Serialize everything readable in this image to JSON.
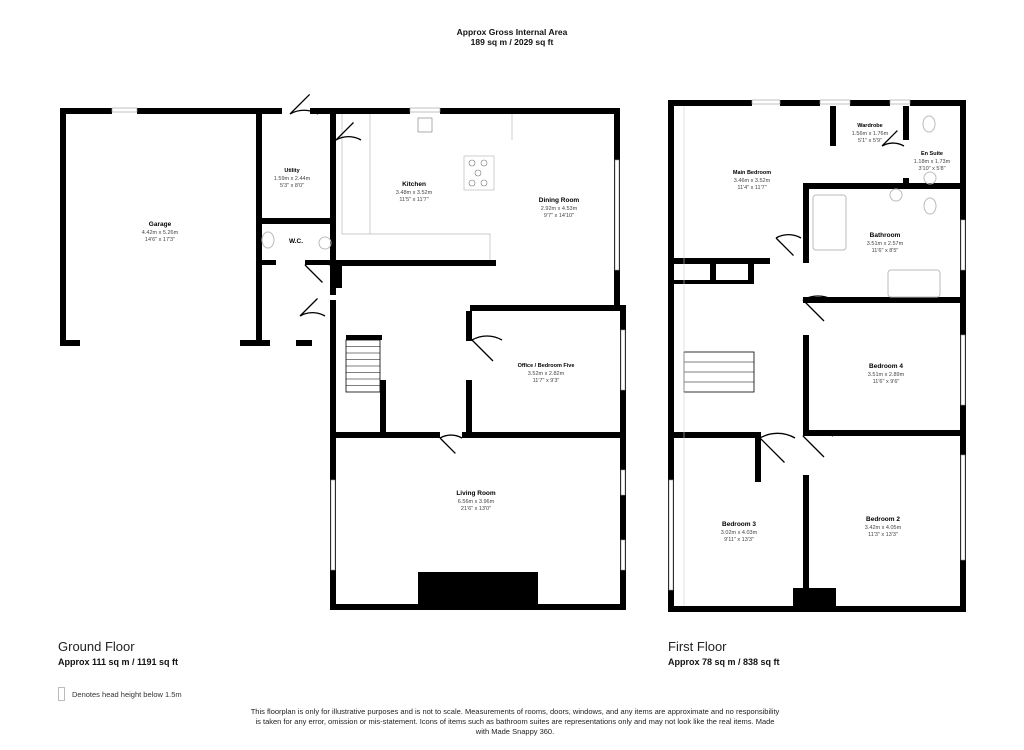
{
  "header": {
    "title": "Approx Gross Internal Area",
    "area": "189 sq m / 2029 sq ft"
  },
  "ground_floor": {
    "title": "Ground Floor",
    "area": "Approx 111 sq m / 1191 sq ft",
    "rooms": [
      {
        "name": "Garage",
        "metric": "4.42m x 5.26m",
        "imperial": "14'6\" x 17'3\""
      },
      {
        "name": "Utility",
        "metric": "1.59m x 2.44m",
        "imperial": "5'3\" x 8'0\""
      },
      {
        "name": "W.C.",
        "metric": "",
        "imperial": ""
      },
      {
        "name": "Kitchen",
        "metric": "3.48m x 3.52m",
        "imperial": "11'5\" x 11'7\""
      },
      {
        "name": "Dining Room",
        "metric": "2.92m x 4.53m",
        "imperial": "9'7\" x 14'10\""
      },
      {
        "name": "Office / Bedroom Five",
        "metric": "3.52m x 2.82m",
        "imperial": "11'7\" x 9'3\""
      },
      {
        "name": "Living Room",
        "metric": "6.56m x 3.96m",
        "imperial": "21'6\" x 13'0\""
      }
    ]
  },
  "first_floor": {
    "title": "First Floor",
    "area": "Approx 78 sq m / 838 sq ft",
    "rooms": [
      {
        "name": "Main Bedroom",
        "metric": "3.46m x 3.52m",
        "imperial": "11'4\" x 11'7\""
      },
      {
        "name": "Wardrobe",
        "metric": "1.56m x 1.76m",
        "imperial": "5'1\" x 5'9\""
      },
      {
        "name": "En Suite",
        "metric": "1.18m x 1.73m",
        "imperial": "3'10\" x 5'8\""
      },
      {
        "name": "Bathroom",
        "metric": "3.51m x 2.57m",
        "imperial": "11'6\" x 8'5\""
      },
      {
        "name": "Bedroom 4",
        "metric": "3.51m x 2.89m",
        "imperial": "11'6\" x 9'6\""
      },
      {
        "name": "Bedroom 3",
        "metric": "3.02m x 4.03m",
        "imperial": "9'11\" x 13'3\""
      },
      {
        "name": "Bedroom 2",
        "metric": "3.42m x 4.05m",
        "imperial": "11'3\" x 13'3\""
      }
    ]
  },
  "legend": {
    "text": "Denotes head height below 1.5m"
  },
  "disclaimer": "This floorplan is only for illustrative purposes and is not to scale. Measurements of rooms, doors, windows, and any items are approximate and no responsibility is taken for any error, omission or mis-statement. Icons of items such as bathroom suites are representations only and may not look like the real items. Made with Made Snappy 360.",
  "colors": {
    "wall": "#000000",
    "fixture": "#bbbbbb",
    "text": "#111111"
  }
}
